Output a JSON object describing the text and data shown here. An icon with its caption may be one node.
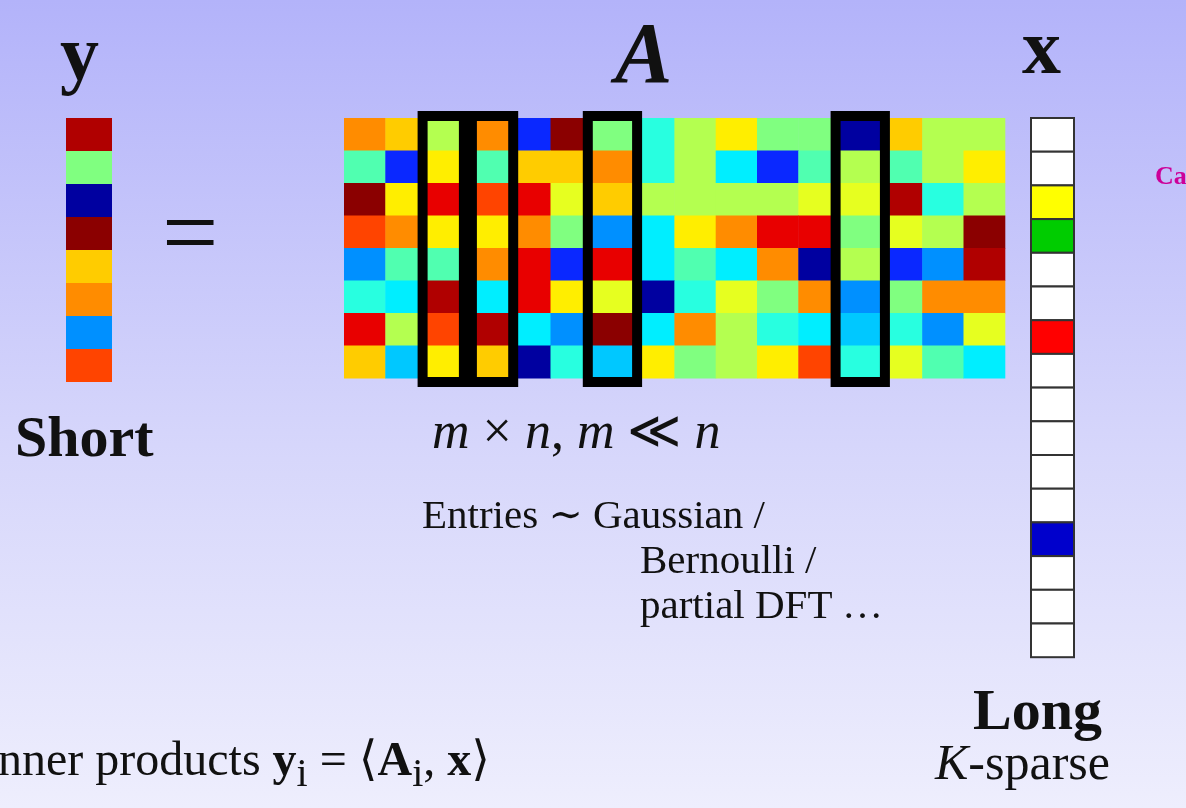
{
  "diagram": {
    "labels": [
      "**y**",
      "*A*",
      "**x**",
      "=",
      "Ca",
      "Short",
      "*m* × *n*,   *m* ≪ *n*",
      "Entries ∼ Gaussian / Bernoulli / partial DFT …",
      "Long",
      "nner products **y**$_{i}$ = ⟨**A**$_{i}$, **x**⟩",
      "*K*-sparse"
    ]
  }
}
